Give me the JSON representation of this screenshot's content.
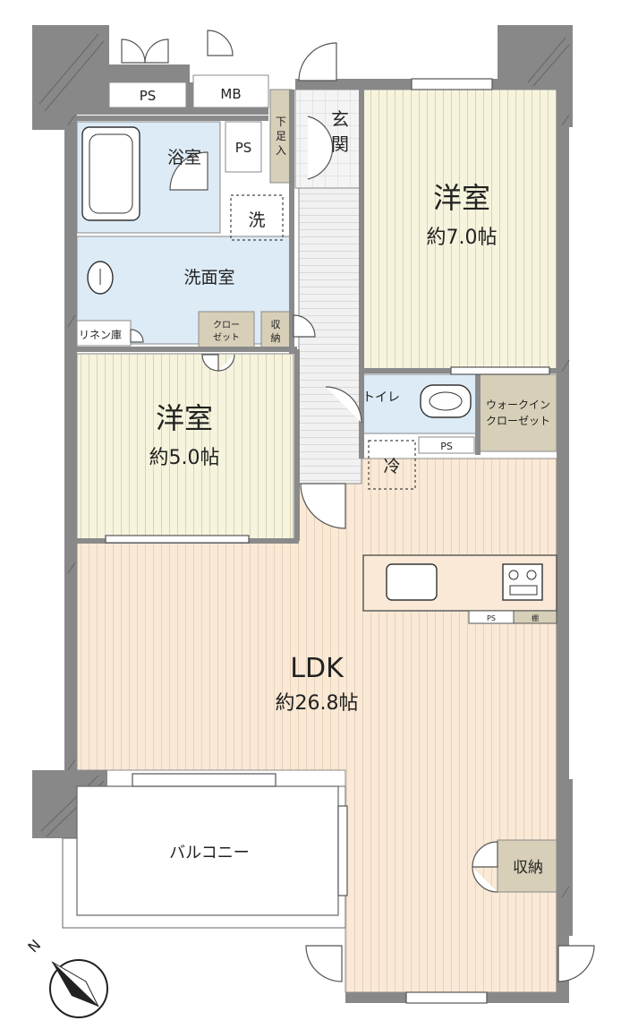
{
  "colors": {
    "wall": "#888888",
    "floor_wood_light": "#f6f4dd",
    "floor_wood_warm": "#f9e9d6",
    "wet_area": "#dcebf6",
    "storage": "#d7cfb8",
    "balcony": "#ffffff",
    "outline": "#555555"
  },
  "rooms": {
    "western_7": {
      "name": "洋室",
      "size": "約7.0帖"
    },
    "western_5": {
      "name": "洋室",
      "size": "約5.0帖"
    },
    "ldk": {
      "name": "LDK",
      "size": "約26.8帖"
    },
    "bath": "浴室",
    "washroom": "洗面室",
    "entrance": "玄関",
    "toilet": "トイレ",
    "walk_in_closet": [
      "ウォークイン",
      "クローゼット"
    ],
    "balcony": "バルコニー",
    "storage_right": "収納",
    "linen": "リネン庫",
    "closet": [
      "クロー",
      "ゼット"
    ],
    "storage_small": [
      "収",
      "納"
    ],
    "shoe_box": [
      "下",
      "足",
      "入"
    ],
    "laundry": "洗",
    "fridge": "冷",
    "ps": "PS",
    "mb": "MB",
    "shelf": "棚"
  },
  "compass": {
    "north": "N"
  }
}
